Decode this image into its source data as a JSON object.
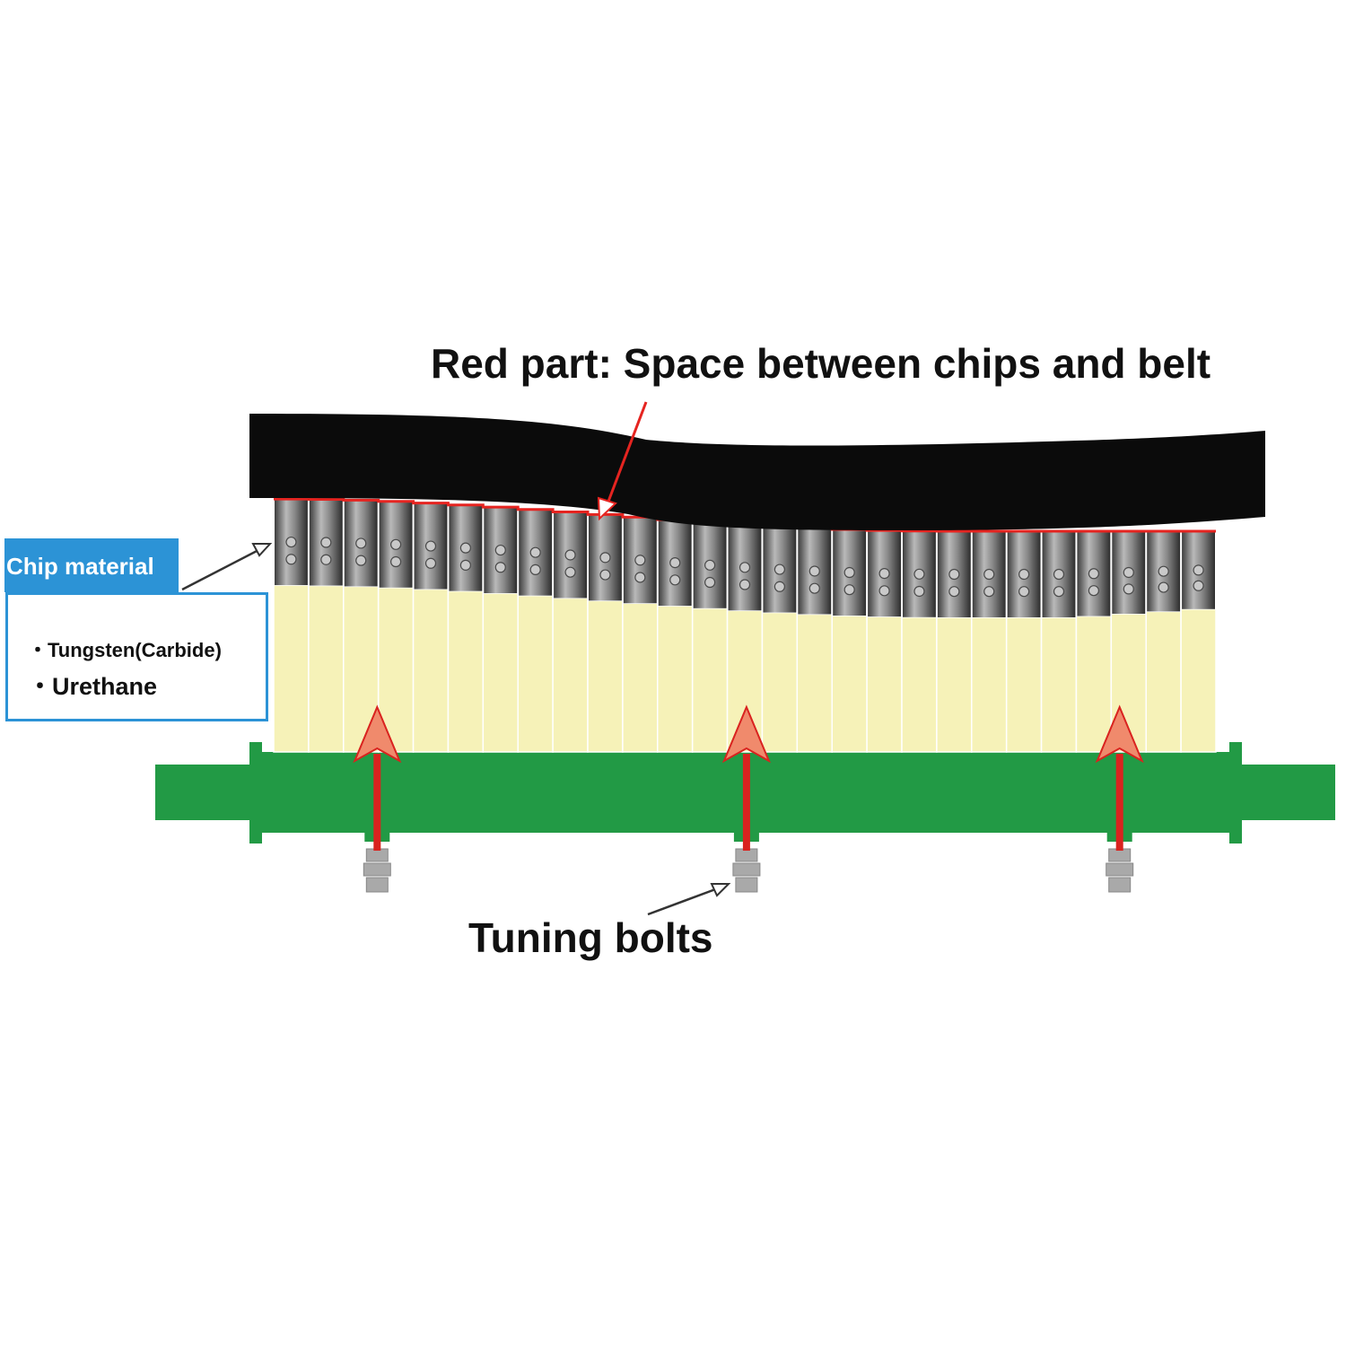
{
  "title": "Red part: Space between chips and belt",
  "chip_material": {
    "header": "Chip material",
    "items": [
      "・Tungsten(Carbide)",
      "・Urethane"
    ]
  },
  "tuning_bolts_label": "Tuning bolts",
  "chip_count": 27,
  "adjuster_count": 3,
  "colors": {
    "belt": "#0b0b0b",
    "gap": "#e52420",
    "chip_metal": "#7d7d7d",
    "chip_urethane": "#f6f2b8",
    "shaft": "#229a45",
    "arrow": "#d9231f",
    "arrow_head": "#f08a6c",
    "bolt": "#a9a9a9",
    "label_box": "#2c93d6"
  }
}
